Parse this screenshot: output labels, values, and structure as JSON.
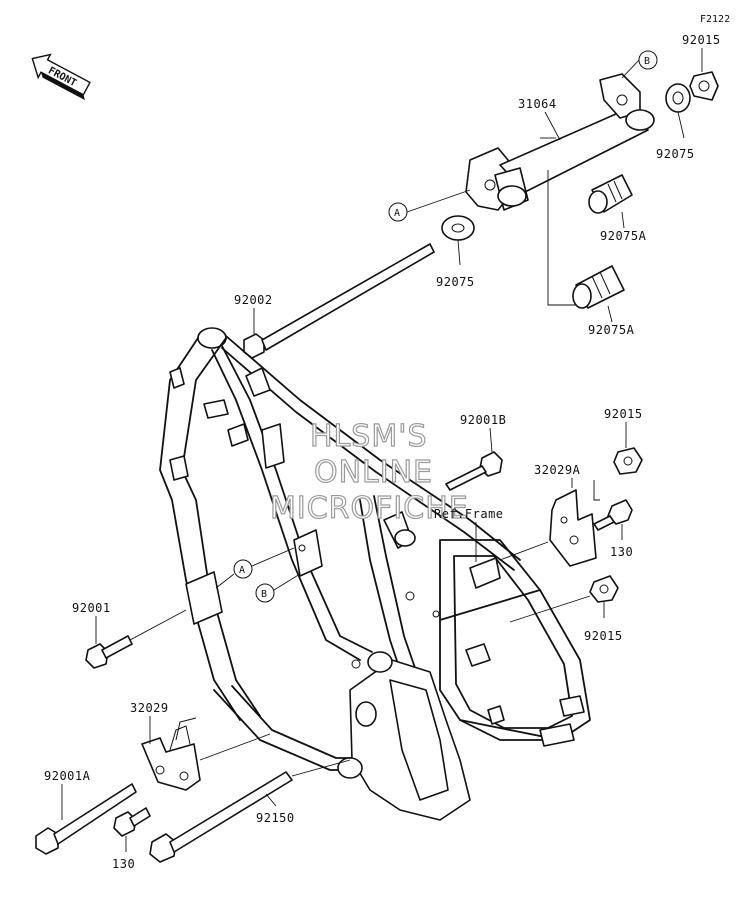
{
  "page_code": "F2122",
  "front_badge": "FRONT",
  "ref_frame_label": "Ref.Frame",
  "watermark": [
    "HLSM'S",
    "ONLINE",
    "MICROFICHE"
  ],
  "callouts": {
    "a": "A",
    "b": "B"
  },
  "parts": {
    "p31064": "31064",
    "p92015_top": "92015",
    "p92075_right": "92075",
    "p92075a_1": "92075A",
    "p92075_left": "92075",
    "p92075a_2": "92075A",
    "p92002": "92002",
    "p92001b": "92001B",
    "p92015_mid": "92015",
    "p32029a": "32029A",
    "p130_right": "130",
    "p92001": "92001",
    "p92015_low": "92015",
    "p32029": "32029",
    "p92001a": "92001A",
    "p92150": "92150",
    "p130_bottom": "130"
  }
}
